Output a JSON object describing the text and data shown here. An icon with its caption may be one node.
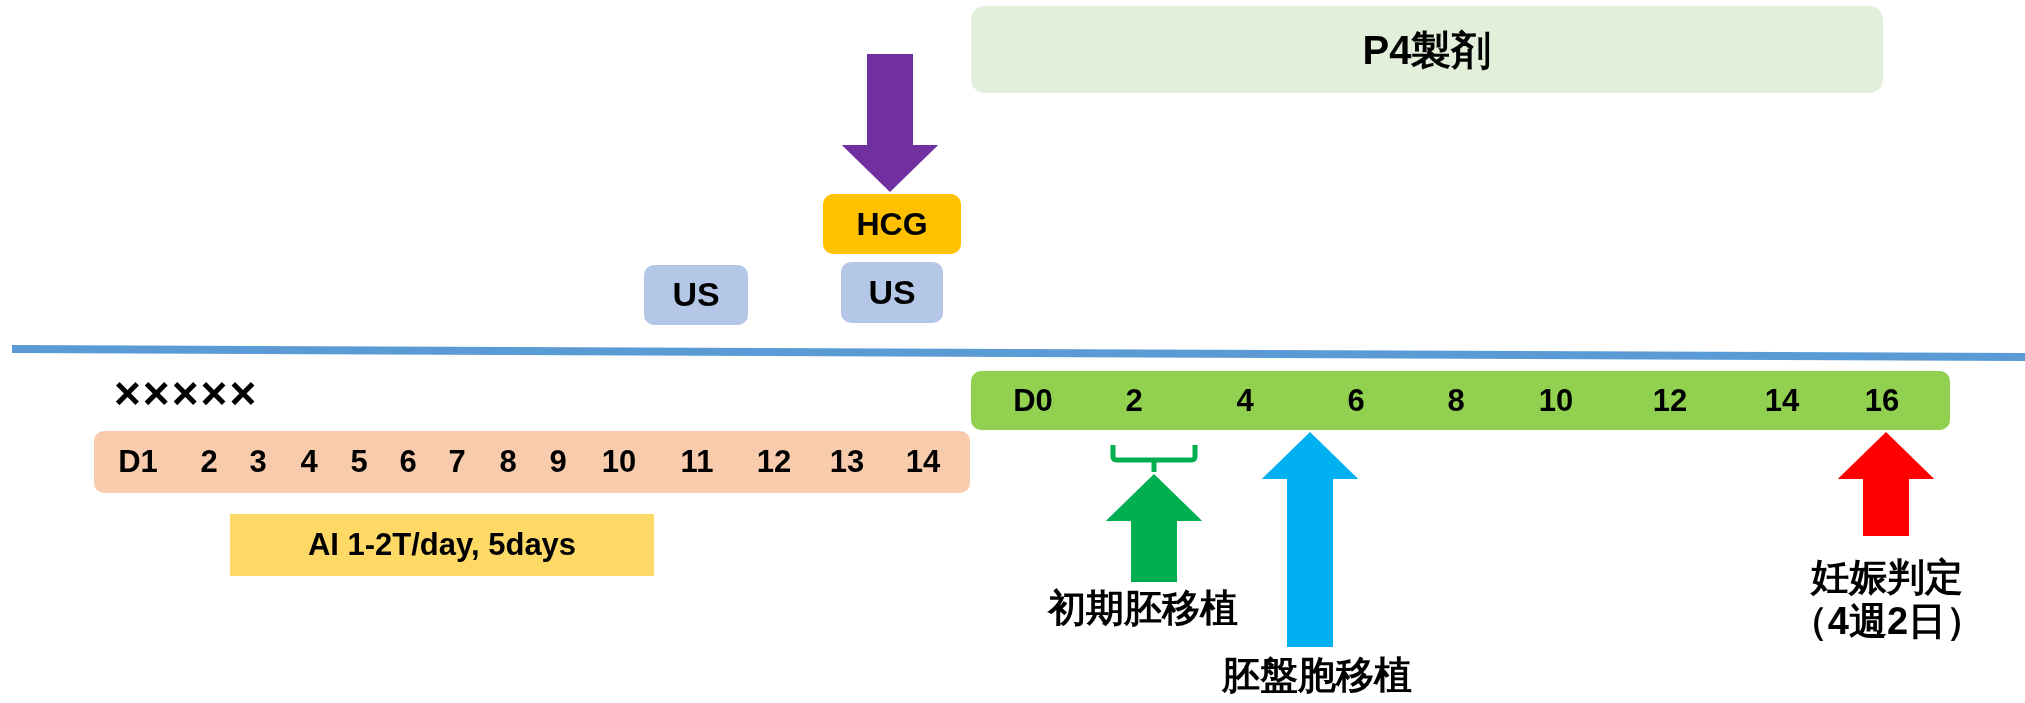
{
  "diagram": {
    "nodes": [
      {
        "text": [
          "P4製剤"
        ]
      },
      {
        "text": [
          "HCG"
        ]
      },
      {
        "text": [
          "US"
        ]
      },
      {
        "text": [
          "US"
        ]
      },
      {
        "text": [
          "D1",
          "2",
          "3",
          "4",
          "5",
          "6",
          "7",
          "8",
          "9",
          "10",
          "11",
          "12",
          "13",
          "14"
        ]
      },
      {
        "text": [
          "D0",
          "2",
          "4",
          "6",
          "8",
          "10",
          "12",
          "14",
          "16"
        ]
      },
      {
        "text": [
          "AI 1-2T/day, 5days"
        ]
      },
      {
        "text": [
          "初期胚移植"
        ]
      },
      {
        "text": [
          "胚盤胞移植"
        ]
      },
      {
        "text": [
          "妊娠判定",
          "（4週2日）"
        ]
      },
      {
        "text": [],
        "shape": "bracket"
      }
    ],
    "edges": [
      {
        "from": null,
        "to": 1,
        "arrow": "to",
        "color": "#7030a0"
      },
      {
        "from": 7,
        "to": 10,
        "arrow": "to",
        "color": "#00b050"
      },
      {
        "from": 8,
        "to": 5,
        "arrow": "to",
        "color": "#00b0f0"
      },
      {
        "from": 9,
        "to": 5,
        "arrow": "to",
        "color": "#ff0000"
      }
    ],
    "labels": [
      "×××××"
    ]
  }
}
